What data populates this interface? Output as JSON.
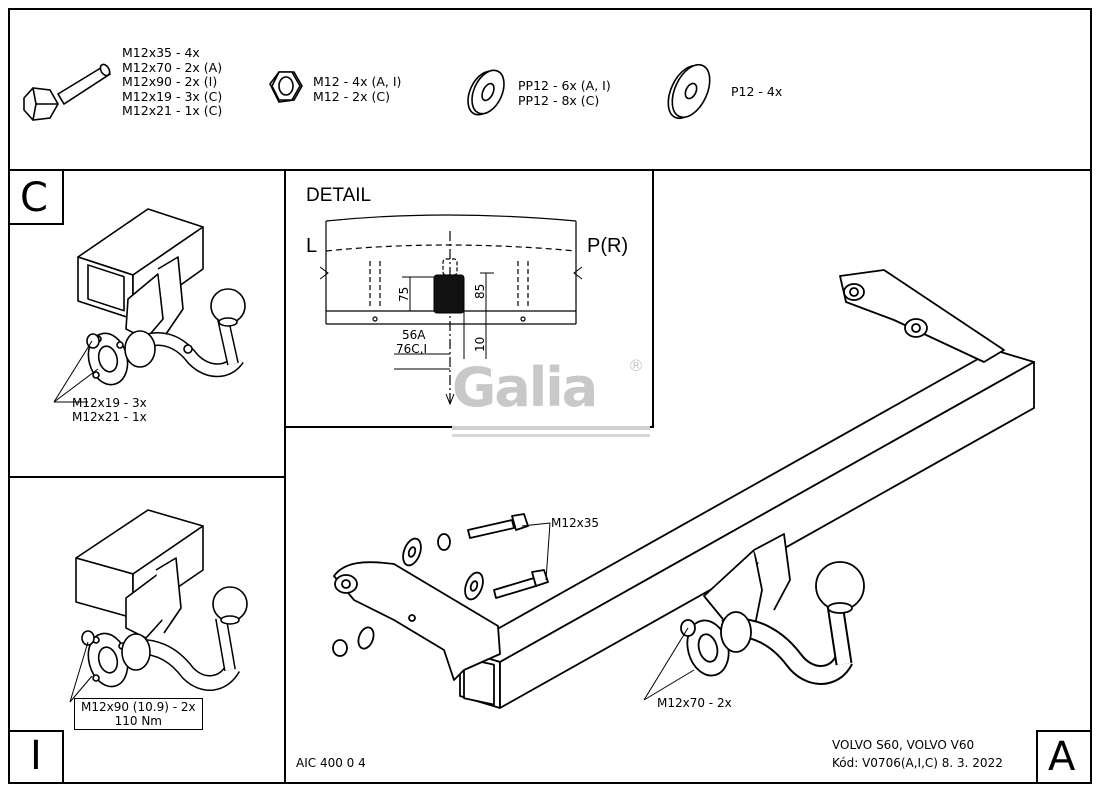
{
  "parts": {
    "bolt": [
      "M12x35 - 4x",
      "M12x70 - 2x (A)",
      "M12x90 - 2x (I)",
      "M12x19 - 3x (C)",
      "M12x21 - 1x (C)"
    ],
    "nut": [
      "M12 - 4x (A, I)",
      "M12 - 2x (C)"
    ],
    "washer_pp": [
      "PP12 - 6x (A, I)",
      "PP12 - 8x (C)"
    ],
    "washer_p": [
      "P12 - 4x"
    ]
  },
  "panel_c": {
    "letter": "C",
    "callout": [
      "M12x19 - 3x",
      "M12x21 - 1x"
    ]
  },
  "panel_i": {
    "letter": "I",
    "callout": [
      "M12x90 (10.9) - 2x",
      "110 Nm"
    ]
  },
  "panel_a": {
    "letter": "A",
    "callout_bolt_top": "M12x35",
    "callout_bolt_bottom": "M12x70 - 2x"
  },
  "detail": {
    "title": "DETAIL",
    "left": "L",
    "right": "P(R)",
    "dim_75": "75",
    "dim_85": "85",
    "dim_10": "10",
    "label_56a": "56A",
    "label_76ci": "76C,I"
  },
  "watermark": {
    "text": "Galia",
    "registered": "®"
  },
  "footer": {
    "code": "AIC 400 0 4",
    "vehicle": "VOLVO S60, VOLVO V60",
    "kod": "Kód: V0706(A,I,C)  8. 3. 2022"
  }
}
